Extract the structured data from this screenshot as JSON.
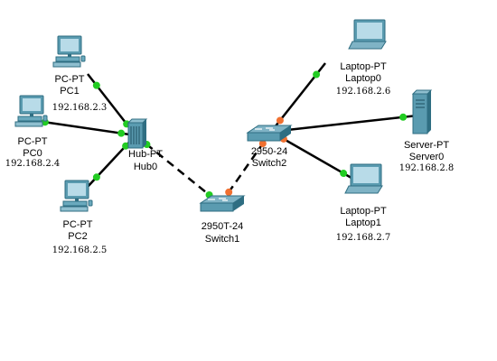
{
  "colors": {
    "link": "#000000",
    "port_up": "#22cc22",
    "port_wait": "#f07030",
    "device_fill": "#5a9bb0",
    "device_dark": "#2f6e82",
    "screen": "#b8dbe8"
  },
  "devices": {
    "pc1": {
      "model": "PC-PT",
      "name": "PC1",
      "ip": "192.168.2.3",
      "icon": "desktop-pc-icon"
    },
    "pc0": {
      "model": "PC-PT",
      "name": "PC0",
      "ip": "192.168.2.4",
      "icon": "desktop-pc-icon"
    },
    "pc2": {
      "model": "PC-PT",
      "name": "PC2",
      "ip": "192.168.2.5",
      "icon": "desktop-pc-icon"
    },
    "hub0": {
      "model": "Hub-PT",
      "name": "Hub0",
      "icon": "hub-icon"
    },
    "switch1": {
      "model": "2950T-24",
      "name": "Switch1",
      "icon": "switch-icon"
    },
    "switch2": {
      "model": "2950-24",
      "name": "Switch2",
      "icon": "switch-icon"
    },
    "laptop0": {
      "model": "Laptop-PT",
      "name": "Laptop0",
      "ip": "192.168.2.6",
      "icon": "laptop-icon"
    },
    "laptop1": {
      "model": "Laptop-PT",
      "name": "Laptop1",
      "ip": "192.168.2.7",
      "icon": "laptop-icon"
    },
    "server0": {
      "model": "Server-PT",
      "name": "Server0",
      "ip": "192.168.2.8",
      "icon": "server-icon"
    }
  },
  "links": [
    {
      "from": "pc1",
      "to": "hub0",
      "style": "solid",
      "from_status": "up",
      "to_status": "up"
    },
    {
      "from": "pc0",
      "to": "hub0",
      "style": "solid",
      "from_status": "up",
      "to_status": "up"
    },
    {
      "from": "pc2",
      "to": "hub0",
      "style": "solid",
      "from_status": "up",
      "to_status": "up"
    },
    {
      "from": "hub0",
      "to": "switch1",
      "style": "dashed",
      "from_status": "up",
      "to_status": "up"
    },
    {
      "from": "switch1",
      "to": "switch2",
      "style": "dashed",
      "from_status": "wait",
      "to_status": "wait"
    },
    {
      "from": "switch2",
      "to": "laptop0",
      "style": "solid",
      "from_status": "wait",
      "to_status": "up"
    },
    {
      "from": "switch2",
      "to": "server0",
      "style": "solid",
      "from_status": "wait",
      "to_status": "up"
    },
    {
      "from": "switch2",
      "to": "laptop1",
      "style": "solid",
      "from_status": "wait",
      "to_status": "up"
    }
  ]
}
